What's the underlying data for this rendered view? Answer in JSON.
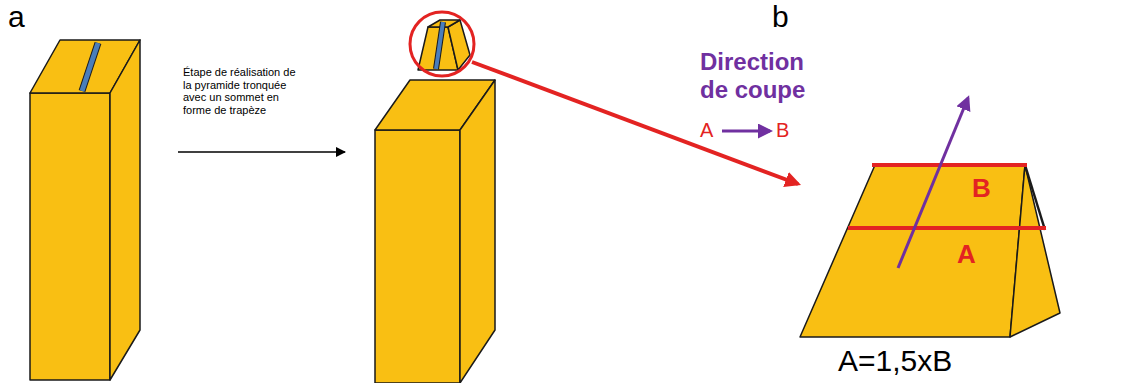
{
  "diagram": {
    "labels": [
      "a",
      "Étape de réalisation de la pyramide tronquée avec un sommet en forme de trapèze",
      "b",
      "Direction de coupe",
      "A",
      "B",
      "B",
      "A",
      "A=1,5xB"
    ]
  }
}
